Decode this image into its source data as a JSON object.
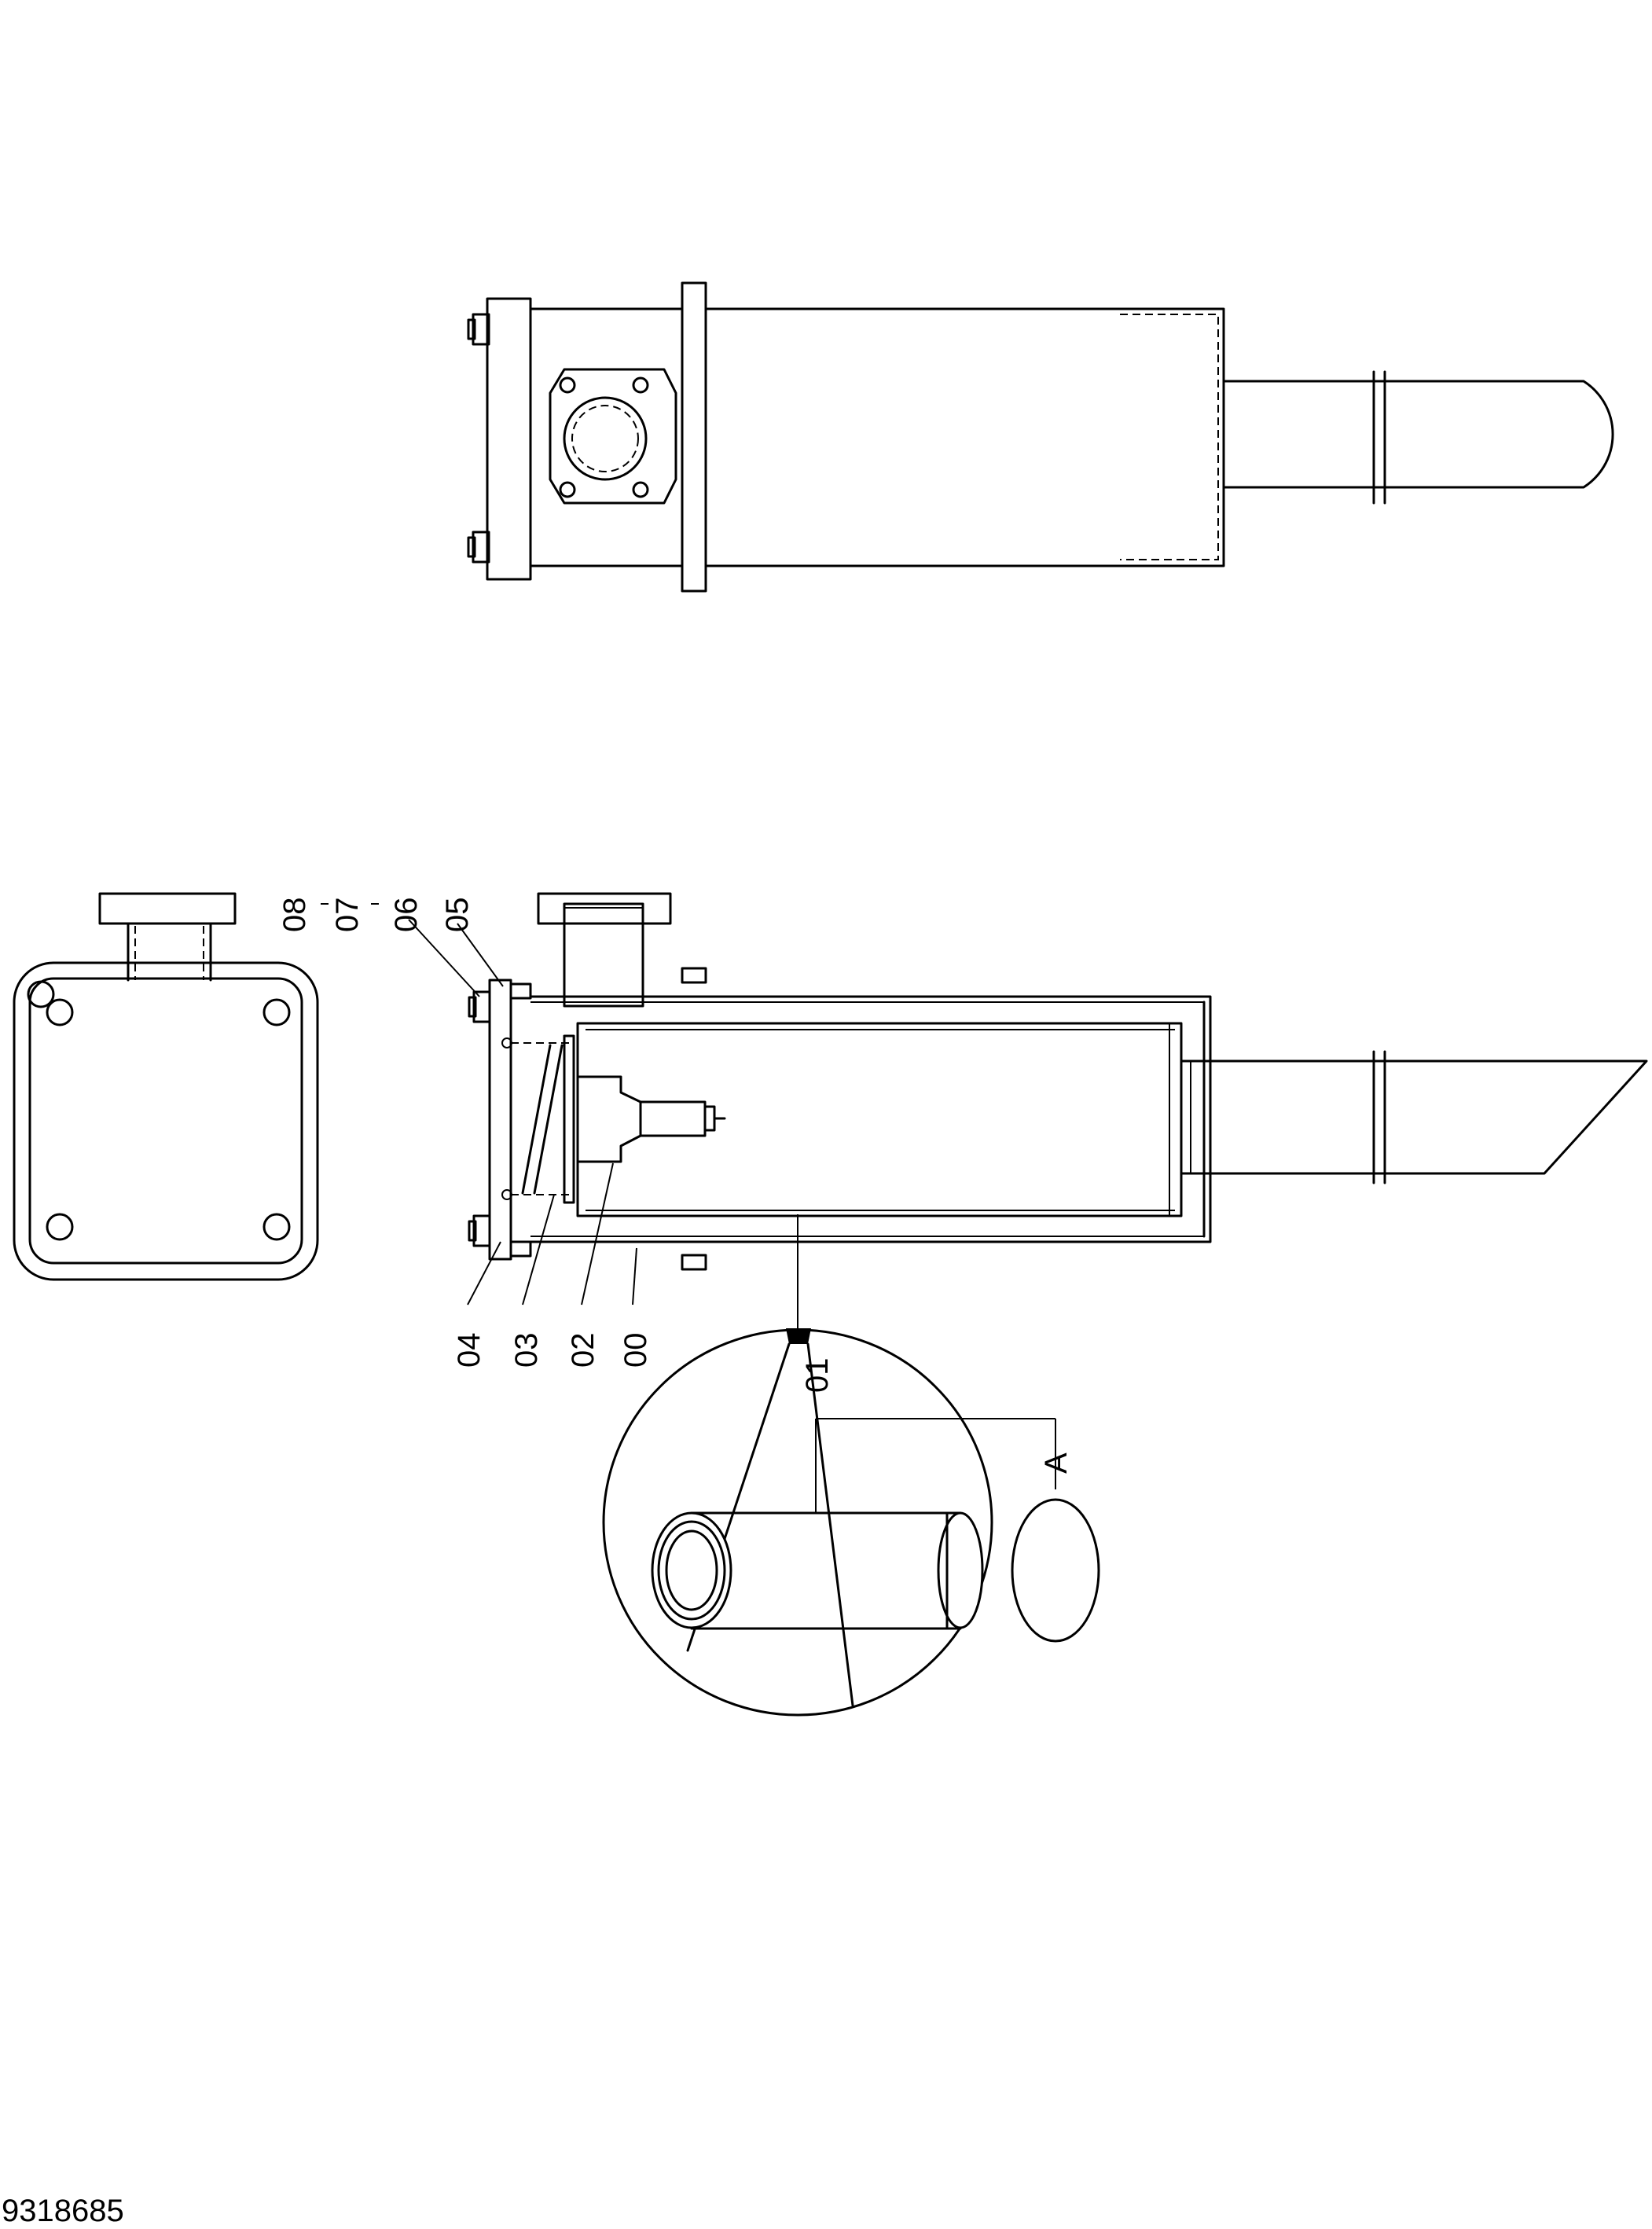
{
  "drawing_number": "9318685",
  "callouts": {
    "c00": "00",
    "c01": "01",
    "c02": "02",
    "c03": "03",
    "c04": "04",
    "c05": "05",
    "c06": "06",
    "c07": "07",
    "c08": "08",
    "detail_label": "A"
  }
}
